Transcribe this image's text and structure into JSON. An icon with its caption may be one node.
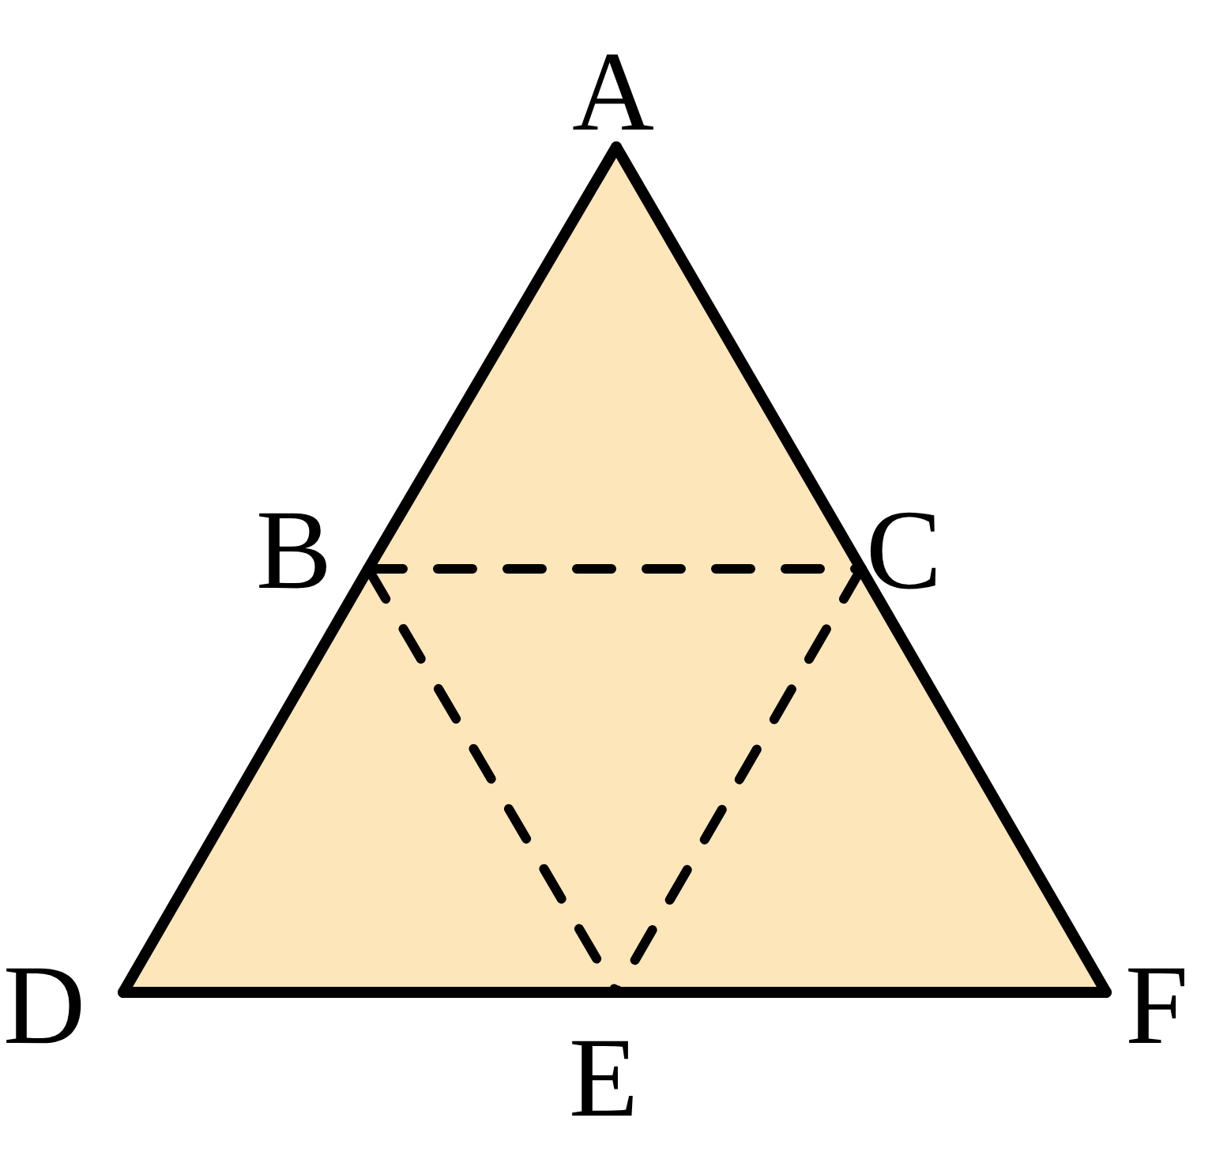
{
  "diagram": {
    "nodes": [
      {
        "text": [
          "A"
        ]
      },
      {
        "text": [
          "B"
        ]
      },
      {
        "text": [
          "C"
        ]
      },
      {
        "text": [
          "D"
        ]
      },
      {
        "text": [
          "E"
        ]
      },
      {
        "text": [
          "F"
        ]
      }
    ],
    "edges": [
      {
        "from": 0,
        "to": 1,
        "arrow": "none"
      },
      {
        "from": 1,
        "to": 3,
        "arrow": "none"
      },
      {
        "from": 0,
        "to": 2,
        "arrow": "none"
      },
      {
        "from": 2,
        "to": 5,
        "arrow": "none"
      },
      {
        "from": 3,
        "to": 4,
        "arrow": "none"
      },
      {
        "from": 4,
        "to": 5,
        "arrow": "none"
      },
      {
        "from": 1,
        "to": 2,
        "arrow": "none",
        "style": "dashed"
      },
      {
        "from": 1,
        "to": 4,
        "arrow": "none",
        "style": "dashed"
      },
      {
        "from": 2,
        "to": 4,
        "arrow": "none",
        "style": "dashed"
      }
    ]
  }
}
